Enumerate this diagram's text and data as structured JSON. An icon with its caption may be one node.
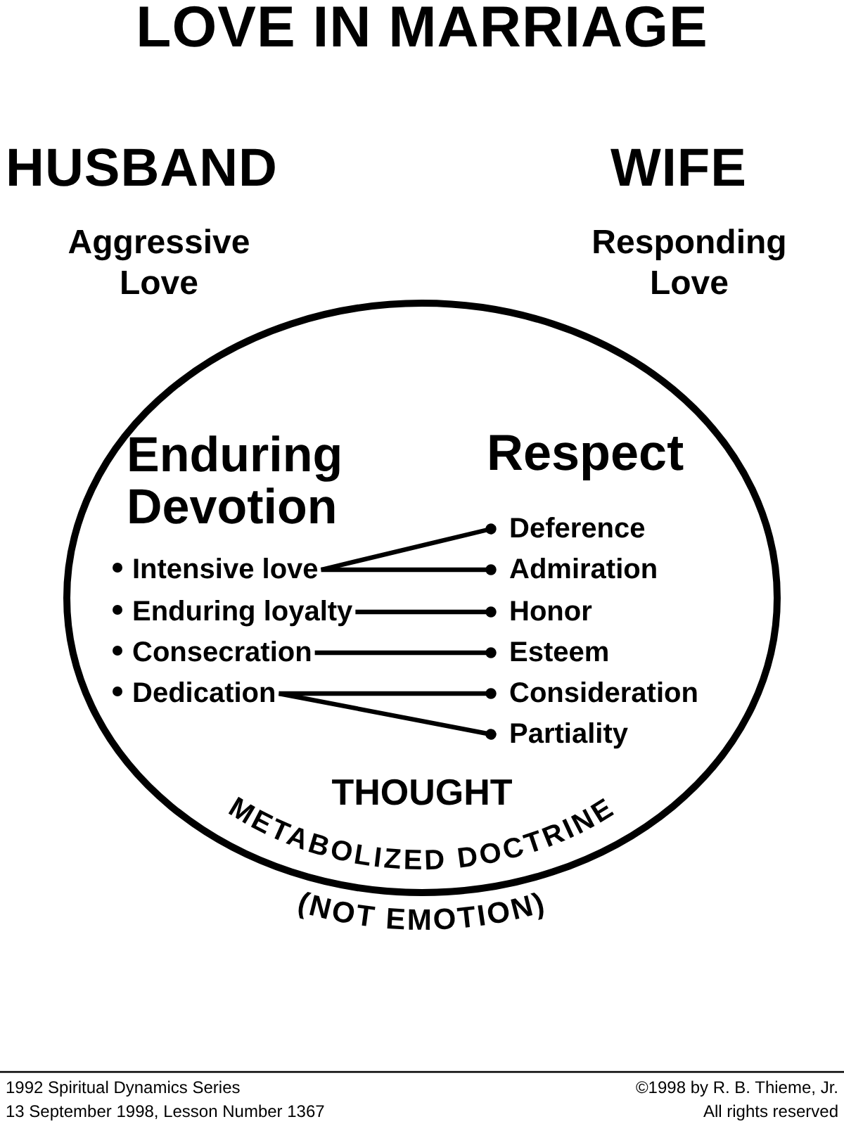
{
  "diagram": {
    "title": "LOVE IN MARRIAGE",
    "nodes": [
      {
        "text": [],
        "shape": "ellipse"
      },
      {
        "text": [
          "Intensive love"
        ],
        "in": 0
      },
      {
        "text": [
          "Enduring loyalty"
        ],
        "in": 0
      },
      {
        "text": [
          "Consecration"
        ],
        "in": 0
      },
      {
        "text": [
          "Dedication"
        ],
        "in": 0
      },
      {
        "text": [
          "Deference"
        ],
        "in": 0
      },
      {
        "text": [
          "Admiration"
        ],
        "in": 0
      },
      {
        "text": [
          "Honor"
        ],
        "in": 0
      },
      {
        "text": [
          "Esteem"
        ],
        "in": 0
      },
      {
        "text": [
          "Consideration"
        ],
        "in": 0
      },
      {
        "text": [
          "Partiality"
        ],
        "in": 0
      }
    ],
    "edges": [
      {
        "from": 1,
        "to": 5,
        "arrow": "other"
      },
      {
        "from": 1,
        "to": 6,
        "arrow": "other"
      },
      {
        "from": 2,
        "to": 7,
        "arrow": "other"
      },
      {
        "from": 3,
        "to": 8,
        "arrow": "other"
      },
      {
        "from": 4,
        "to": 9,
        "arrow": "other"
      },
      {
        "from": 4,
        "to": 10,
        "arrow": "other"
      }
    ],
    "labels": [
      "HUSBAND",
      "WIFE",
      "Aggressive Love",
      "Responding Love",
      "Enduring Devotion",
      "Respect",
      "THOUGHT",
      "METABOLIZED DOCTRINE",
      "(NOT EMOTION)",
      "1992 Spiritual Dynamics Series",
      "©1998 by R. B. Thieme, Jr.",
      "13 September 1998, Lesson Number 1367",
      "All rights reserved"
    ]
  }
}
